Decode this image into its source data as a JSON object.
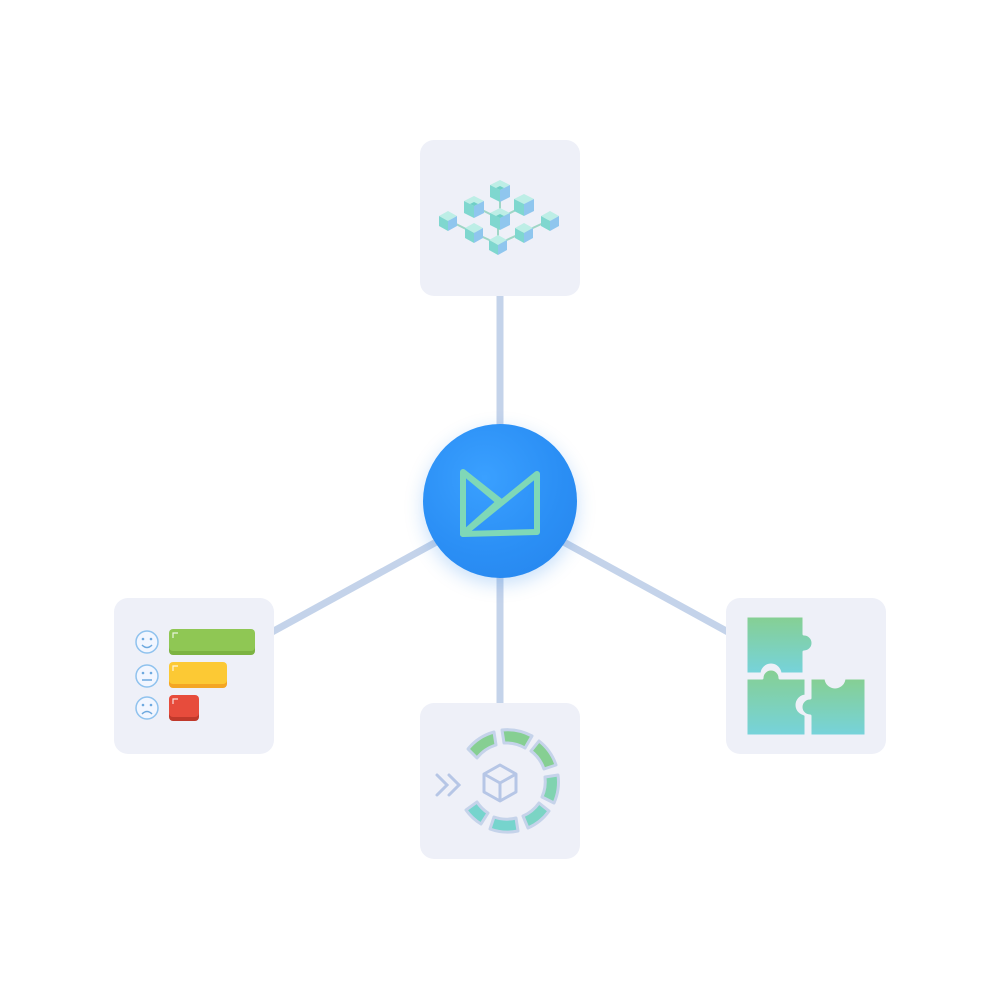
{
  "diagram": {
    "nodes": [
      {
        "id": "hub",
        "icon": "bowtie-logo-icon",
        "accent": "#2b8ff5"
      },
      {
        "id": "top",
        "icon": "blockchain-cubes-icon"
      },
      {
        "id": "left",
        "icon": "satisfaction-rating-bars-icon"
      },
      {
        "id": "bottom",
        "icon": "cube-cycle-icon"
      },
      {
        "id": "right",
        "icon": "puzzle-pieces-icon"
      }
    ],
    "edges": [
      {
        "from": "hub",
        "to": "top"
      },
      {
        "from": "hub",
        "to": "left"
      },
      {
        "from": "hub",
        "to": "bottom"
      },
      {
        "from": "hub",
        "to": "right"
      }
    ],
    "colors": {
      "connector": "#c4d3ea",
      "card_background": "#eef0f8",
      "teal": "#6fd3cb",
      "green": "#86cf92",
      "bar_good": "#8bc34a",
      "bar_neutral": "#fbc531",
      "bar_bad": "#e74c3c"
    }
  }
}
